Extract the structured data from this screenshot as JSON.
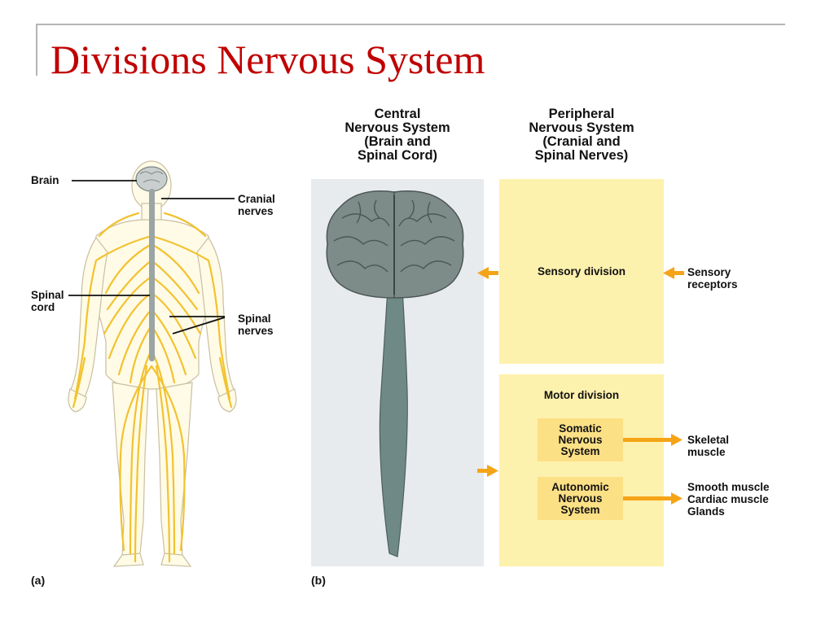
{
  "slide": {
    "title": "Divisions Nervous System"
  },
  "figure_a": {
    "labels": {
      "brain": "Brain",
      "cranial_nerves": "Cranial\nnerves",
      "spinal_cord": "Spinal\ncord",
      "spinal_nerves": "Spinal\nnerves"
    },
    "panel_letter": "(a)"
  },
  "figure_b": {
    "panel_letter": "(b)",
    "cns_header": "Central\nNervous System\n(Brain and\nSpinal Cord)",
    "pns_header": "Peripheral\nNervous System\n(Cranial and\nSpinal Nerves)",
    "sensory_division": "Sensory division",
    "sensory_receptors": "Sensory\nreceptors",
    "motor_division": "Motor division",
    "somatic": "Somatic\nNervous\nSystem",
    "autonomic": "Autonomic\nNervous\nSystem",
    "skeletal_muscle": "Skeletal\nmuscle",
    "autonomic_targets": "Smooth muscle\nCardiac muscle\nGlands"
  },
  "colors": {
    "title": "#c00000",
    "nerve": "#f2c230",
    "arrow": "#f5a418",
    "pns_box": "#fdf1ae",
    "sub_box": "#fce085",
    "cns_panel": "#e8ebee",
    "brain": "#6f7d7b"
  }
}
